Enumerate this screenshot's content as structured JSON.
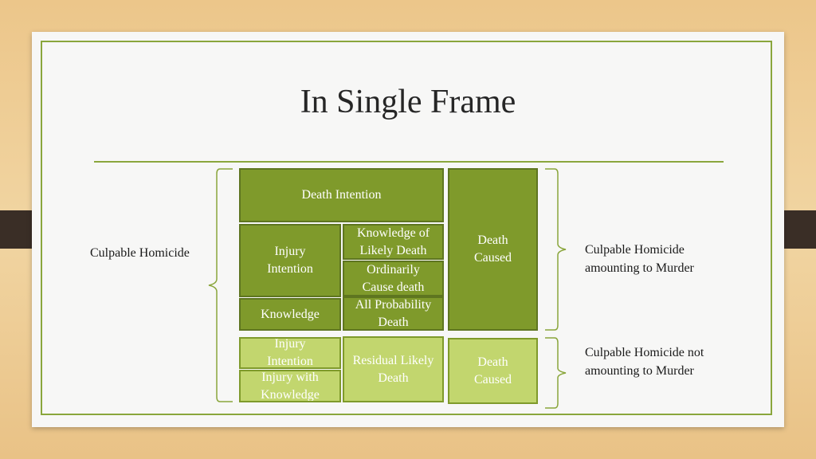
{
  "title": "In Single Frame",
  "left_label": "Culpable Homicide",
  "murder_label": "Culpable Homicide amounting to Murder",
  "not_murder_label": "Culpable Homicide not amounting to Murder",
  "murder_boxes": {
    "death_intention": "Death Intention",
    "injury_intention": "Injury Intention",
    "knowledge": "Knowledge",
    "knowledge_likely_death": "Knowledge of Likely Death",
    "ordinarily_cause_death": "Ordinarily Cause death",
    "all_probability_death": "All Probability Death",
    "death_caused": "Death Caused"
  },
  "not_murder_boxes": {
    "injury_intention": "Injury Intention",
    "injury_with_knowledge": "Injury with Knowledge",
    "residual_likely_death": "Residual Likely Death",
    "death_caused": "Death Caused"
  },
  "colors": {
    "dark_green": "#7f9a2b",
    "light_green": "#c2d66e",
    "accent": "#8aa63c"
  }
}
